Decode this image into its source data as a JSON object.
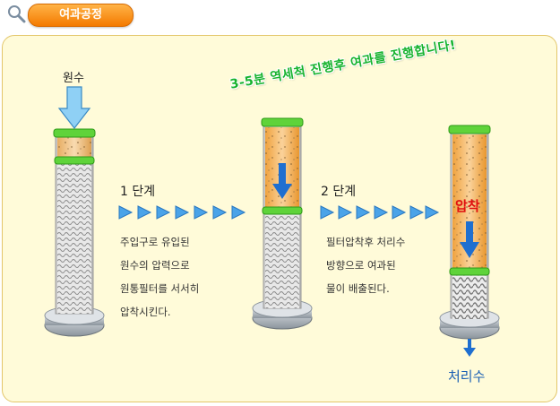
{
  "header": {
    "search_icon": "magnifier-icon",
    "title": "여과공정"
  },
  "slogan": "3-5분 역세척 진행후 여과를 진행합니다!",
  "input_label": "원수",
  "step1": {
    "label": "1 단계",
    "lines": [
      "주입구로 유입된",
      "원수의 압력으로",
      "원통필터를 서서히",
      "압착시킨다."
    ]
  },
  "step2": {
    "label": "2 단계",
    "lines": [
      "필터압착후 처리수",
      "방향으로 여과된",
      "물이 배출된다."
    ]
  },
  "compress_label": "압착",
  "output_label": "처리수",
  "colors": {
    "panel_bg": "#fffbd9",
    "tab_orange": "#f47a00",
    "cap_green": "#5fd33a",
    "water_orange": "#f6b55a",
    "arrow_blue": "#1f6fd0",
    "slogan_green": "#17b32e"
  }
}
